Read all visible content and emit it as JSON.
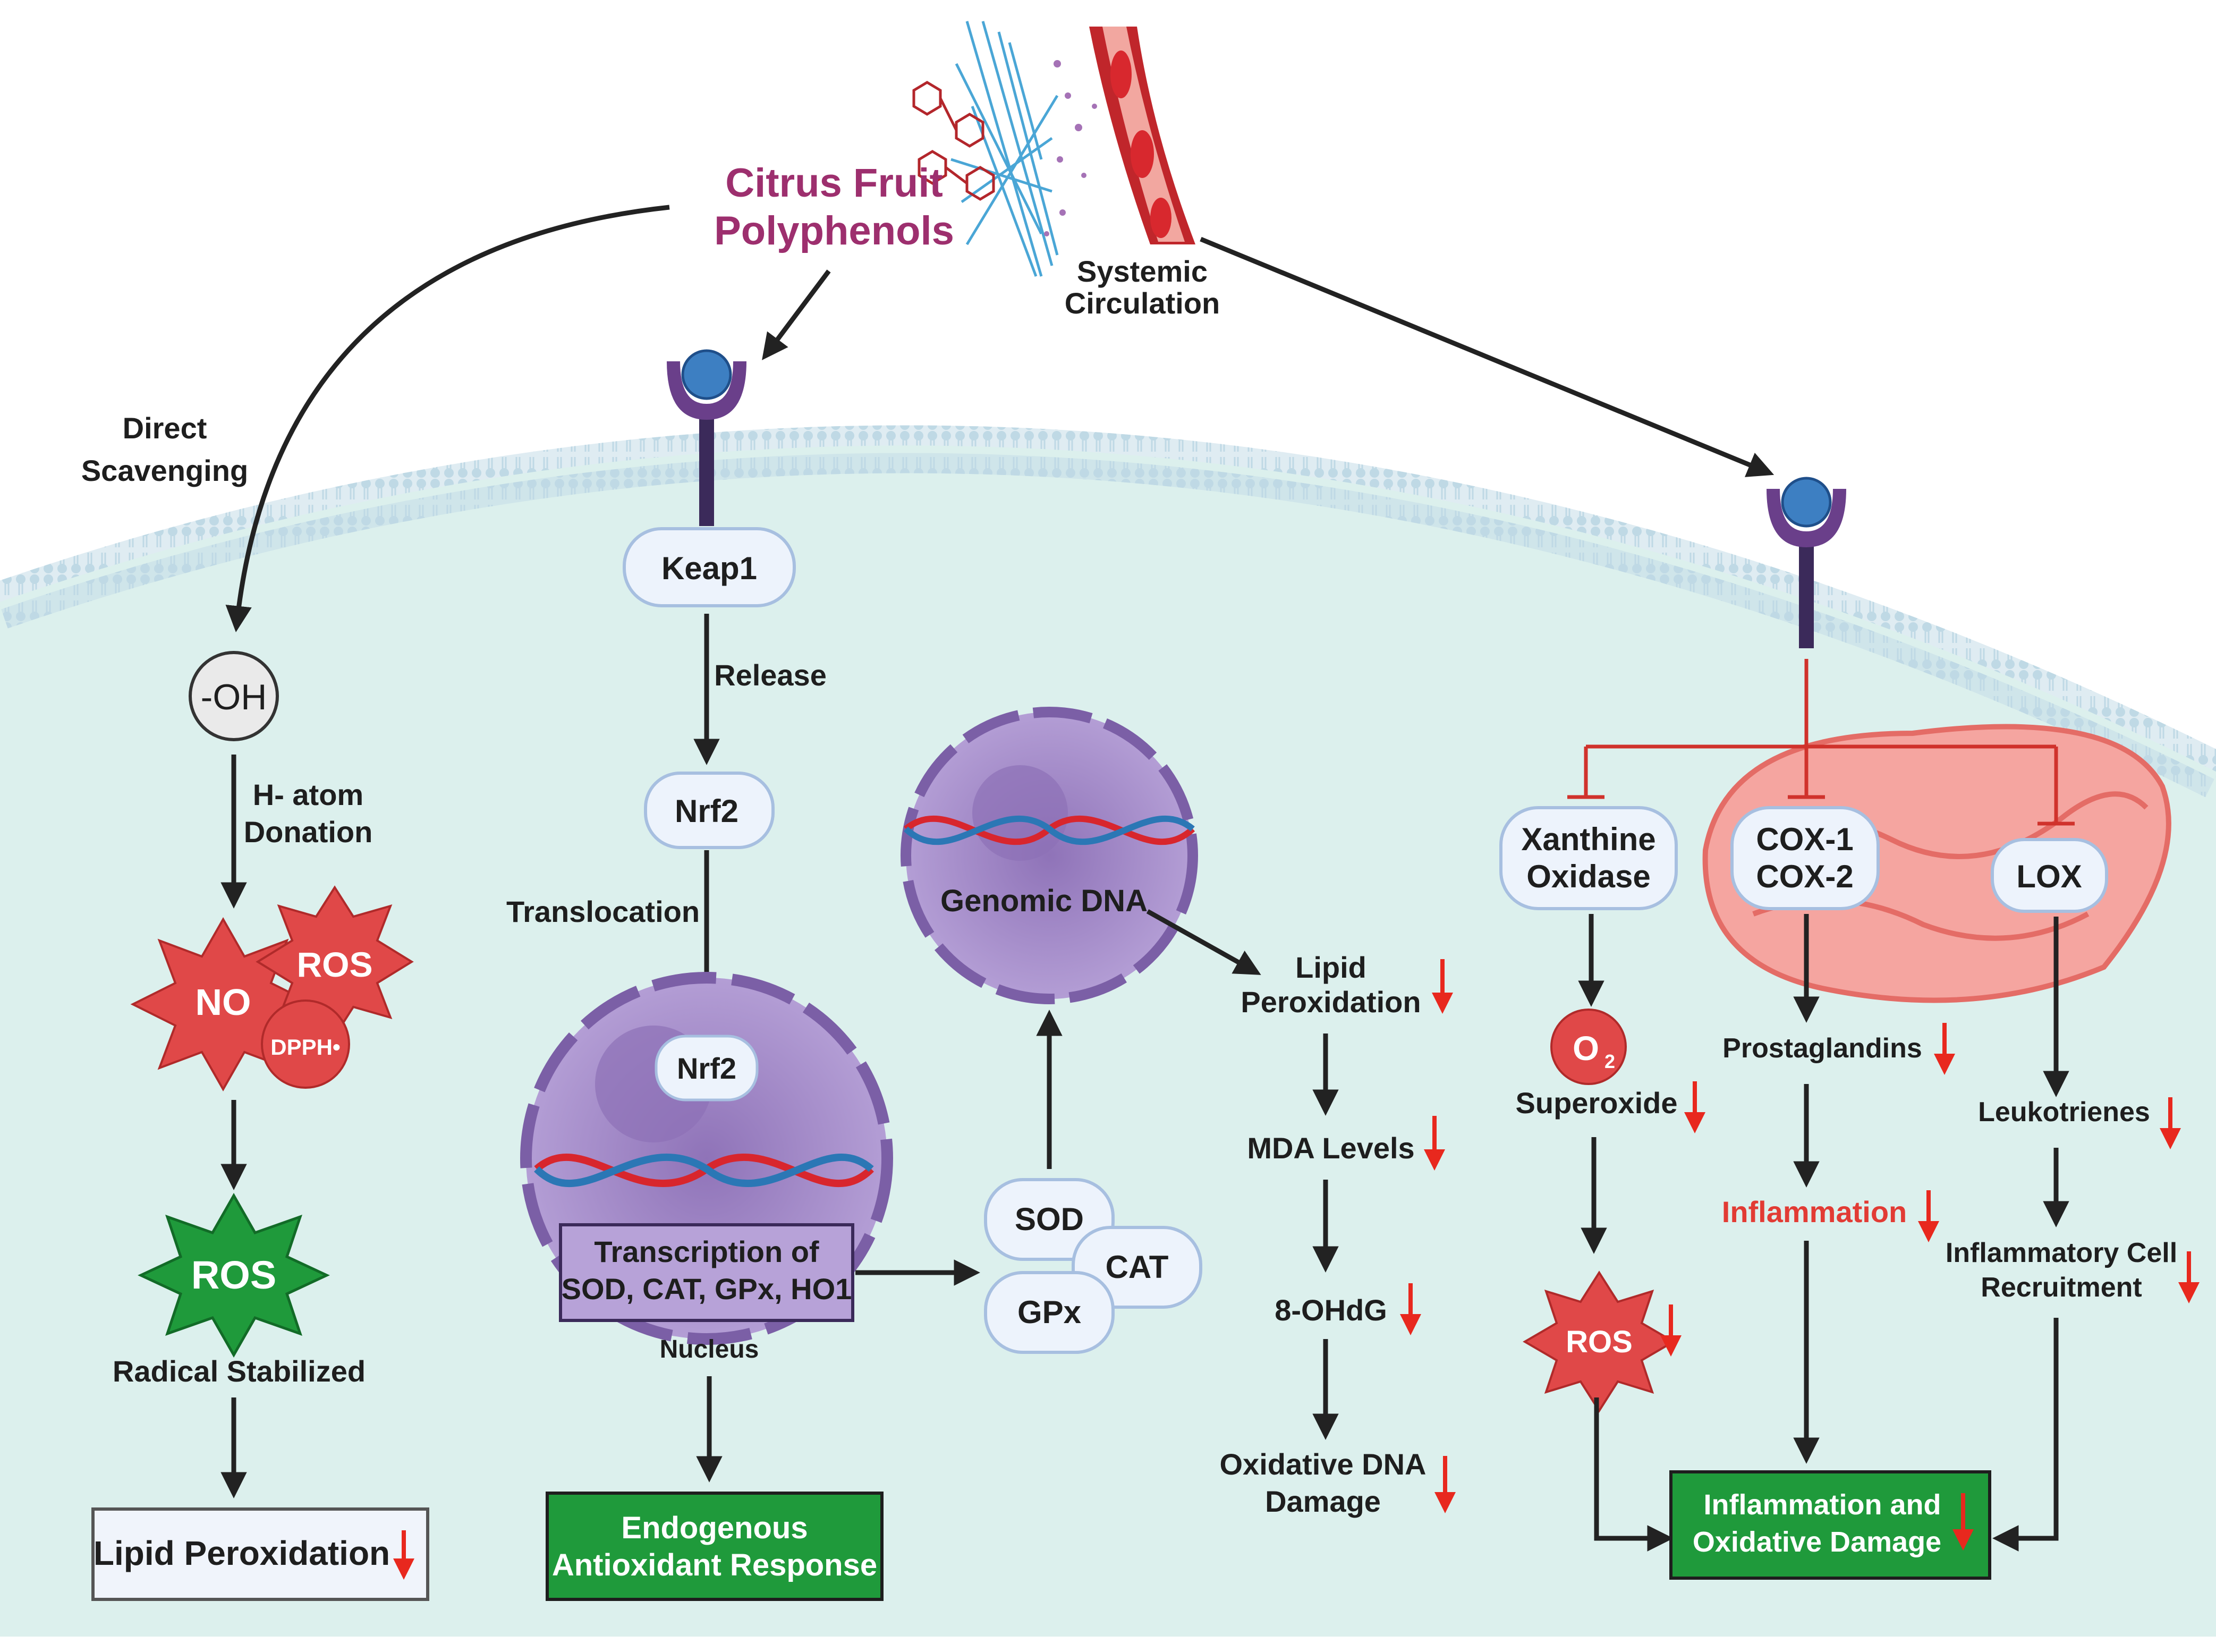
{
  "source": {
    "title_line1": "Citrus Fruit",
    "title_line2": "Polyphenols",
    "circulation_line1": "Systemic",
    "circulation_line2": "Circulation"
  },
  "scavenging": {
    "label_line1": "Direct",
    "label_line2": "Scavenging",
    "oh": "-OH",
    "donation_line1": "H- atom",
    "donation_line2": "Donation",
    "no": "NO",
    "ros": "ROS",
    "dpph": "DPPH•",
    "ros_stabilized": "ROS",
    "radical_stabilized": "Radical Stabilized",
    "lipid_peroxidation": "Lipid Peroxidation"
  },
  "nrf2_pathway": {
    "keap1": "Keap1",
    "release": "Release",
    "nrf2": "Nrf2",
    "translocation": "Translocation",
    "nrf2_nucleus": "Nrf2",
    "transcription_line1": "Transcription of",
    "transcription_line2": "SOD, CAT, GPx, HO1",
    "nucleus": "Nucleus",
    "response_line1": "Endogenous",
    "response_line2": "Antioxidant Response"
  },
  "enzymes": {
    "sod": "SOD",
    "cat": "CAT",
    "gpx": "GPx"
  },
  "genomic": {
    "label": "Genomic DNA",
    "lipid_line1": "Lipid",
    "lipid_line2": "Peroxidation",
    "mda": "MDA Levels",
    "ohdg": "8-OHdG",
    "damage_line1": "Oxidative DNA",
    "damage_line2": "Damage"
  },
  "inflammation": {
    "xo_line1": "Xanthine",
    "xo_line2": "Oxidase",
    "cox_line1": "COX-1",
    "cox_line2": "COX-2",
    "lox": "LOX",
    "superoxide_symbol": "O",
    "superoxide": "Superoxide",
    "ros": "ROS",
    "prostaglandins": "Prostaglandins",
    "inflammation": "Inflammation",
    "leukotrienes": "Leukotrienes",
    "recruitment_line1": "Inflammatory Cell",
    "recruitment_line2": "Recruitment",
    "final_line1": "Inflammation and",
    "final_line2": "Oxidative Damage"
  },
  "colors": {
    "cell_fill": "#dcf0ed",
    "membrane": "#c7dfe6",
    "arrow": "#222222",
    "inhibition": "#d0322c",
    "decrease_arrow": "#e8281e",
    "green_box": "#1f9a3b",
    "nucleus": "#a58bc9",
    "receptor": "#6a3f8a",
    "ros_red": "#e04848",
    "magenta_title": "#9d2f6e"
  }
}
